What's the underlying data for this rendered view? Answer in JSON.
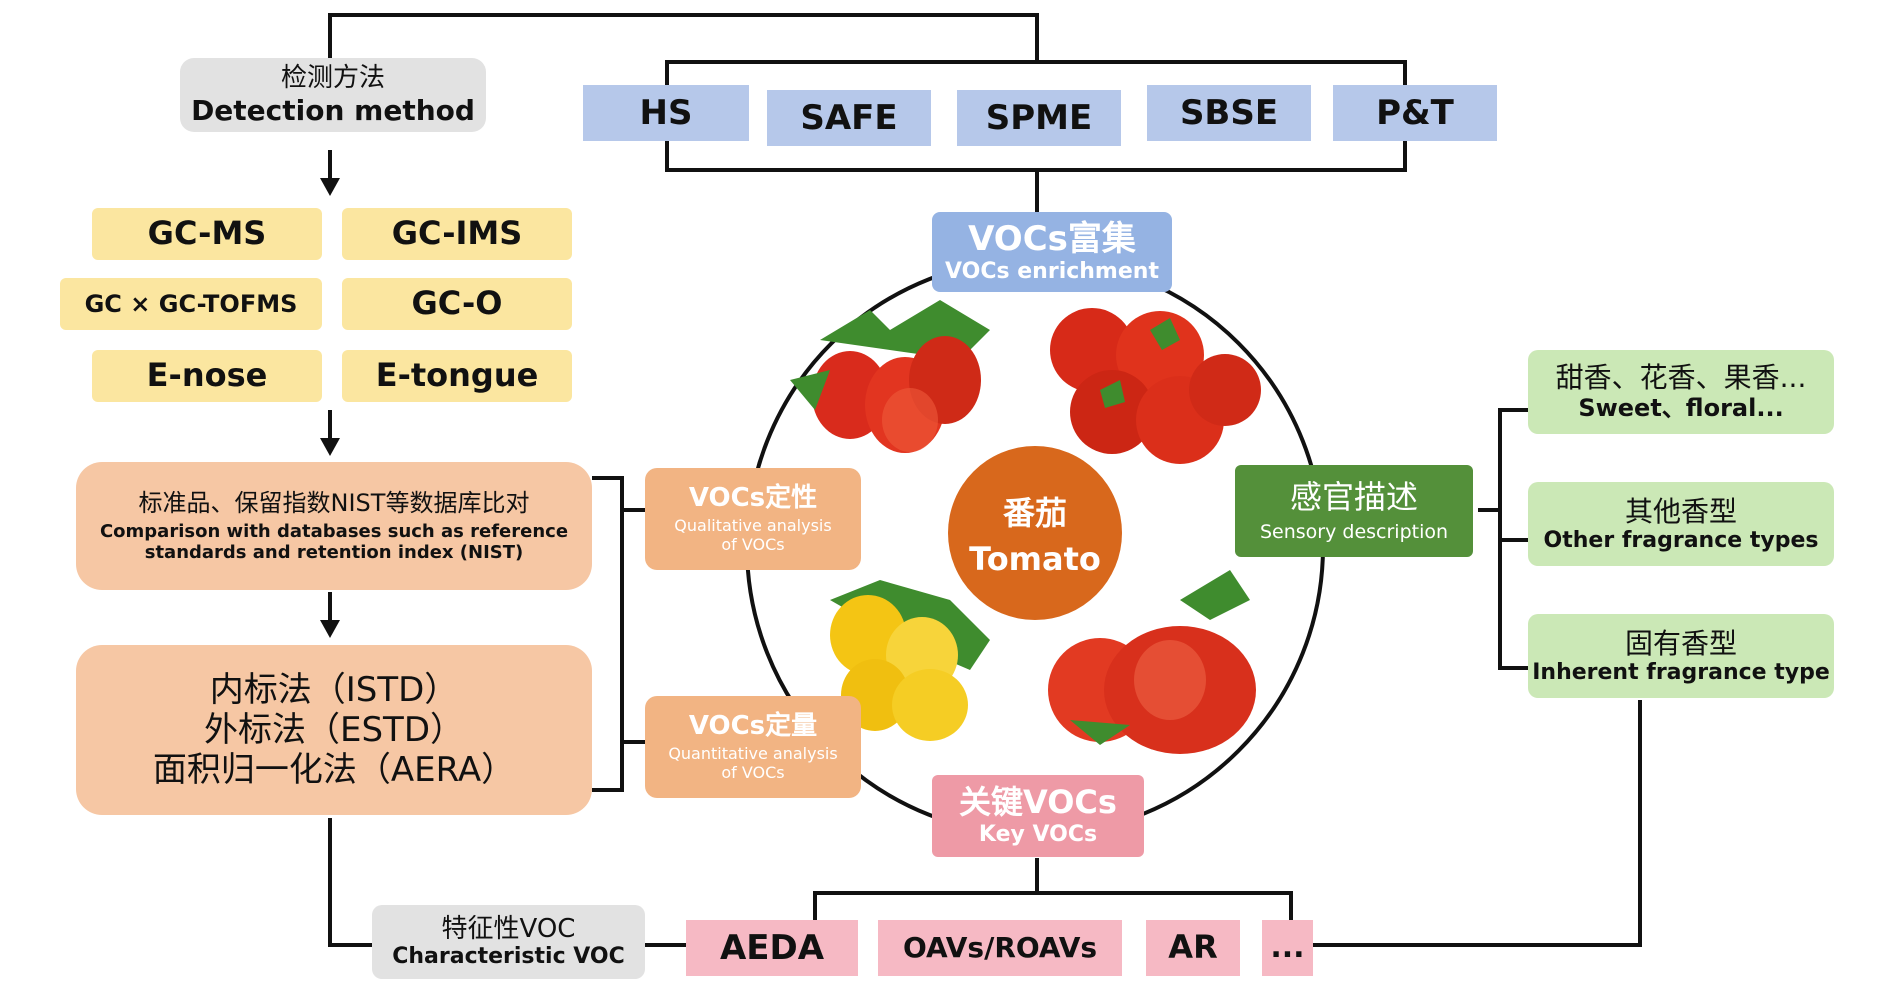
{
  "detection": {
    "zh": "检测方法",
    "en": "Detection method"
  },
  "enrich_methods": [
    "HS",
    "SAFE",
    "SPME",
    "SBSE",
    "P&T"
  ],
  "instruments": [
    "GC-MS",
    "GC-IMS",
    "GC × GC-TOFMS",
    "GC-O",
    "E-nose",
    "E-tongue"
  ],
  "comparison": {
    "zh": "标准品、保留指数NIST等数据库比对",
    "en1": "Comparison with databases such as reference",
    "en2": "standards and retention index (NIST)"
  },
  "quant_methods": [
    "内标法（ISTD）",
    "外标法（ESTD）",
    "面积归一化法（AERA）"
  ],
  "qualitative": {
    "zh": "VOCs定性",
    "en1": "Qualitative analysis",
    "en2": "of VOCs"
  },
  "quantitative": {
    "zh": "VOCs定量",
    "en1": "Quantitative analysis",
    "en2": "of VOCs"
  },
  "enrichment": {
    "zh": "VOCs富集",
    "en": "VOCs enrichment"
  },
  "tomato": {
    "zh": "番茄",
    "en": "Tomato"
  },
  "sensory": {
    "zh": "感官描述",
    "en": "Sensory description"
  },
  "fragrance": [
    {
      "zh": "甜香、花香、果香...",
      "en": "Sweet、floral..."
    },
    {
      "zh": "其他香型",
      "en": "Other fragrance types"
    },
    {
      "zh": "固有香型",
      "en": "Inherent fragrance type"
    }
  ],
  "key_vocs": {
    "zh": "关键VOCs",
    "en": "Key VOCs"
  },
  "characteristic": {
    "zh": "特征性VOC",
    "en": "Characteristic VOC"
  },
  "key_methods": [
    "AEDA",
    "OAVs/ROAVs",
    "AR",
    "..."
  ],
  "colors": {
    "gray": "#e2e2e2",
    "blue": "#b6c8ea",
    "yellow": "#fbe6a0",
    "peach": "#f6c7a4",
    "orange": "#f2b483",
    "enrich": "#95b3e3",
    "key": "#ee9aa6",
    "pink": "#f6b9c4",
    "sensory": "#54903a",
    "green": "#cbe8b6",
    "tomato": "#d8681c"
  }
}
